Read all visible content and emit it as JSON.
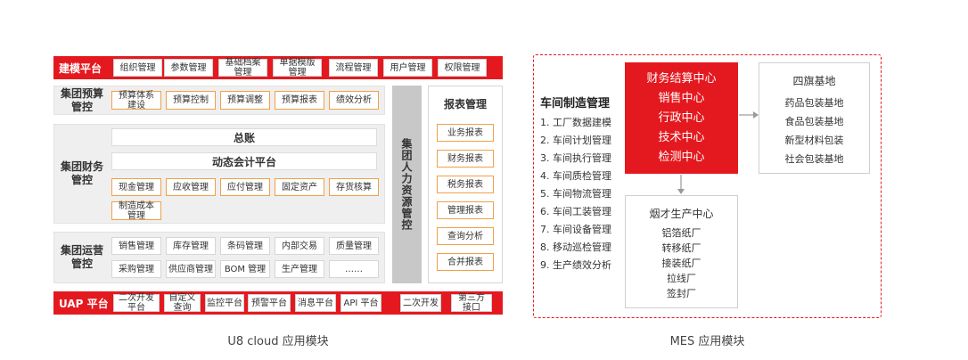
{
  "u8": {
    "caption": "U8 cloud 应用模块",
    "build_platform": {
      "label": "建模平台",
      "items": [
        "组织管理",
        "参数管理",
        "基础档案\n管理",
        "单据模版\n管理",
        "流程管理",
        "用户管理",
        "权限管理"
      ]
    },
    "budget": {
      "label": "集团预算\n管控",
      "items": [
        "预算体系\n建设",
        "预算控制",
        "预算调整",
        "预算报表",
        "绩效分析"
      ]
    },
    "finance": {
      "label": "集团财务\n管控",
      "ledger": "总账",
      "dynamic": "动态会计平台",
      "items": [
        "现金管理",
        "应收管理",
        "应付管理",
        "固定资产",
        "存货核算"
      ],
      "items2": [
        "制造成本\n管理"
      ]
    },
    "operations": {
      "label": "集团运营\n管控",
      "row1": [
        "销售管理",
        "库存管理",
        "条码管理",
        "内部交易",
        "质量管理"
      ],
      "row2": [
        "采购管理",
        "供应商管理",
        "BOM 管理",
        "生产管理",
        "……"
      ]
    },
    "hr": {
      "label": "集团人力资源管控"
    },
    "reports": {
      "title": "报表管理",
      "items": [
        "业务报表",
        "财务报表",
        "税务报表",
        "管理报表",
        "查询分析",
        "合并报表"
      ]
    },
    "uap": {
      "label": "UAP 平台",
      "items": [
        "二次开发\n平台",
        "自定义\n查询",
        "监控平台",
        "预警平台",
        "消息平台",
        "API 平台"
      ],
      "right": [
        "二次开发",
        "第三方\n接口"
      ]
    }
  },
  "mes": {
    "caption": "MES 应用模块",
    "workshop": {
      "title": "车间制造管理",
      "items": [
        "1. 工厂数据建模",
        "2. 车间计划管理",
        "3. 车间执行管理",
        "4. 车间质检管理",
        "5. 车间物流管理",
        "6. 车间工装管理",
        "7. 车间设备管理",
        "8. 移动巡检管理",
        "9. 生产绩效分析"
      ]
    },
    "centers": [
      "财务结算中心",
      "销售中心",
      "行政中心",
      "技术中心",
      "检测中心"
    ],
    "bases": {
      "title": "四旗基地",
      "items": [
        "药品包装基地",
        "食品包装基地",
        "新型材料包装",
        "社会包装基地"
      ]
    },
    "production": {
      "title": "烟才生产中心",
      "items": [
        "铝箔纸厂",
        "转移纸厂",
        "接装纸厂",
        "拉线厂",
        "签封厂"
      ]
    },
    "colors": {
      "accent": "#e4191f",
      "chip_border": "#f0a04b"
    }
  }
}
